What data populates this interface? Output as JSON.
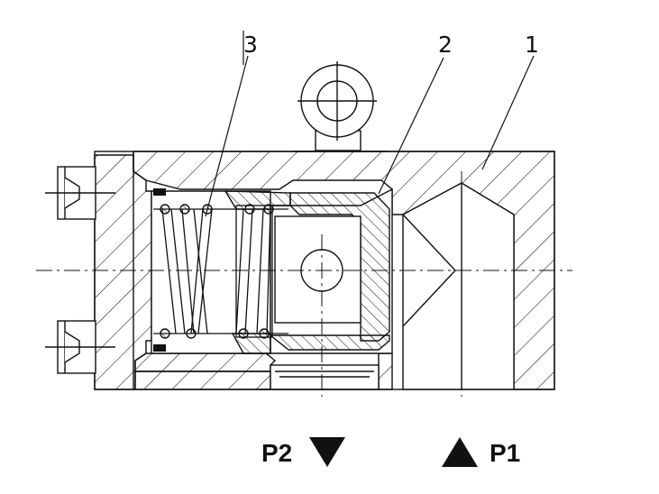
{
  "callouts": [
    {
      "label": "3",
      "part": "spring"
    },
    {
      "label": "2",
      "part": "valve-seat"
    },
    {
      "label": "1",
      "part": "valve-body"
    }
  ],
  "ports": [
    {
      "label": "P2",
      "arrow": "down"
    },
    {
      "label": "P1",
      "arrow": "up"
    }
  ],
  "colors": {
    "line": "#111111",
    "background": "#ffffff"
  }
}
